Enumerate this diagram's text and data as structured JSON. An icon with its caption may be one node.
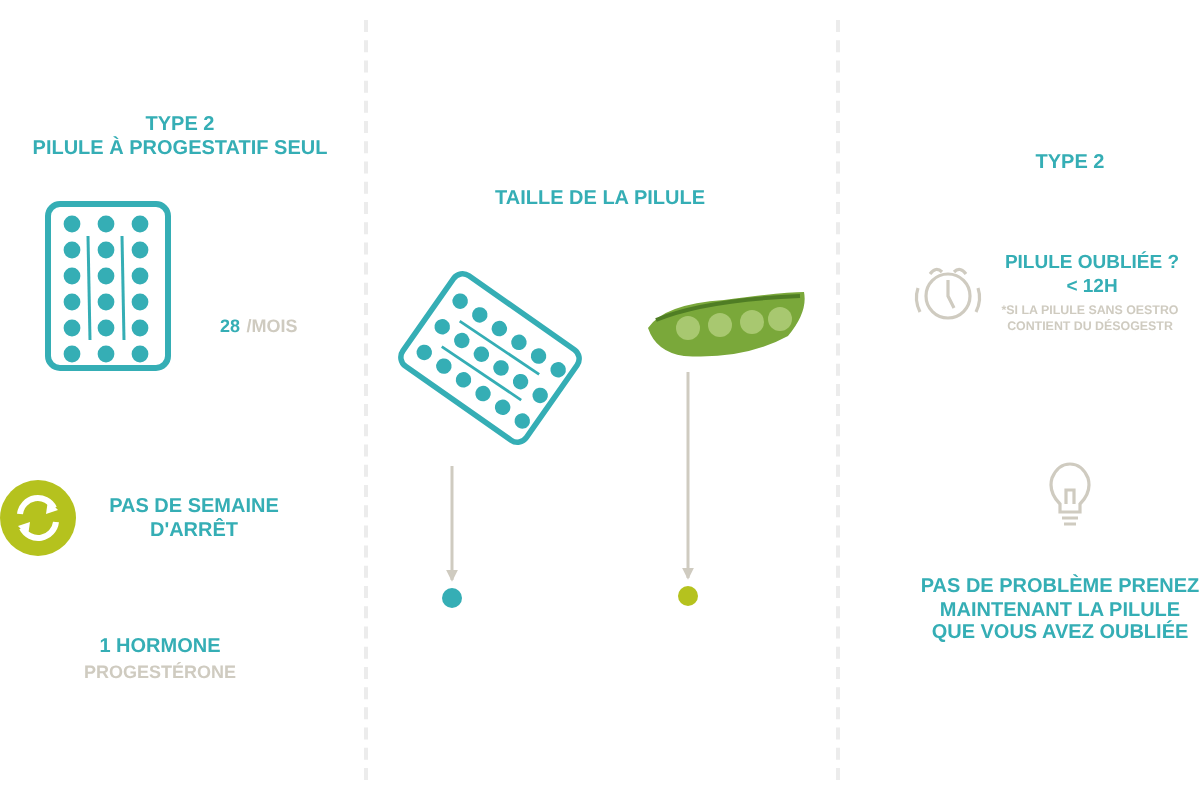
{
  "diagram": {
    "nodes": [
      {
        "text": [],
        "shape": "picture"
      },
      {
        "text": [],
        "shape": "picture"
      },
      {
        "text": [],
        "shape": "circle"
      },
      {
        "text": [],
        "shape": "circle"
      }
    ],
    "edges": [
      {
        "from": 0,
        "to": 2,
        "arrow": "to"
      },
      {
        "from": 1,
        "to": 3,
        "arrow": "to"
      }
    ],
    "labels": [
      "TYPE 2",
      "PILULE À PROGESTATIF SEUL",
      "28",
      "/MOIS",
      "PAS DE SEMAINE D'ARRÊT",
      "1 HORMONE",
      "PROGESTÉRONE",
      "TAILLE DE LA PILULE",
      "TYPE 2",
      "PILULE OUBLIÉE ?",
      "< 12H",
      "*SI LA PILULE SANS OESTRO",
      "CONTIENT DU DÉSOGESTR",
      "PAS DE PROBLÈME PRENEZ MAINTENANT LA PILULE QUE VOUS AVEZ OUBLIÉE"
    ]
  }
}
